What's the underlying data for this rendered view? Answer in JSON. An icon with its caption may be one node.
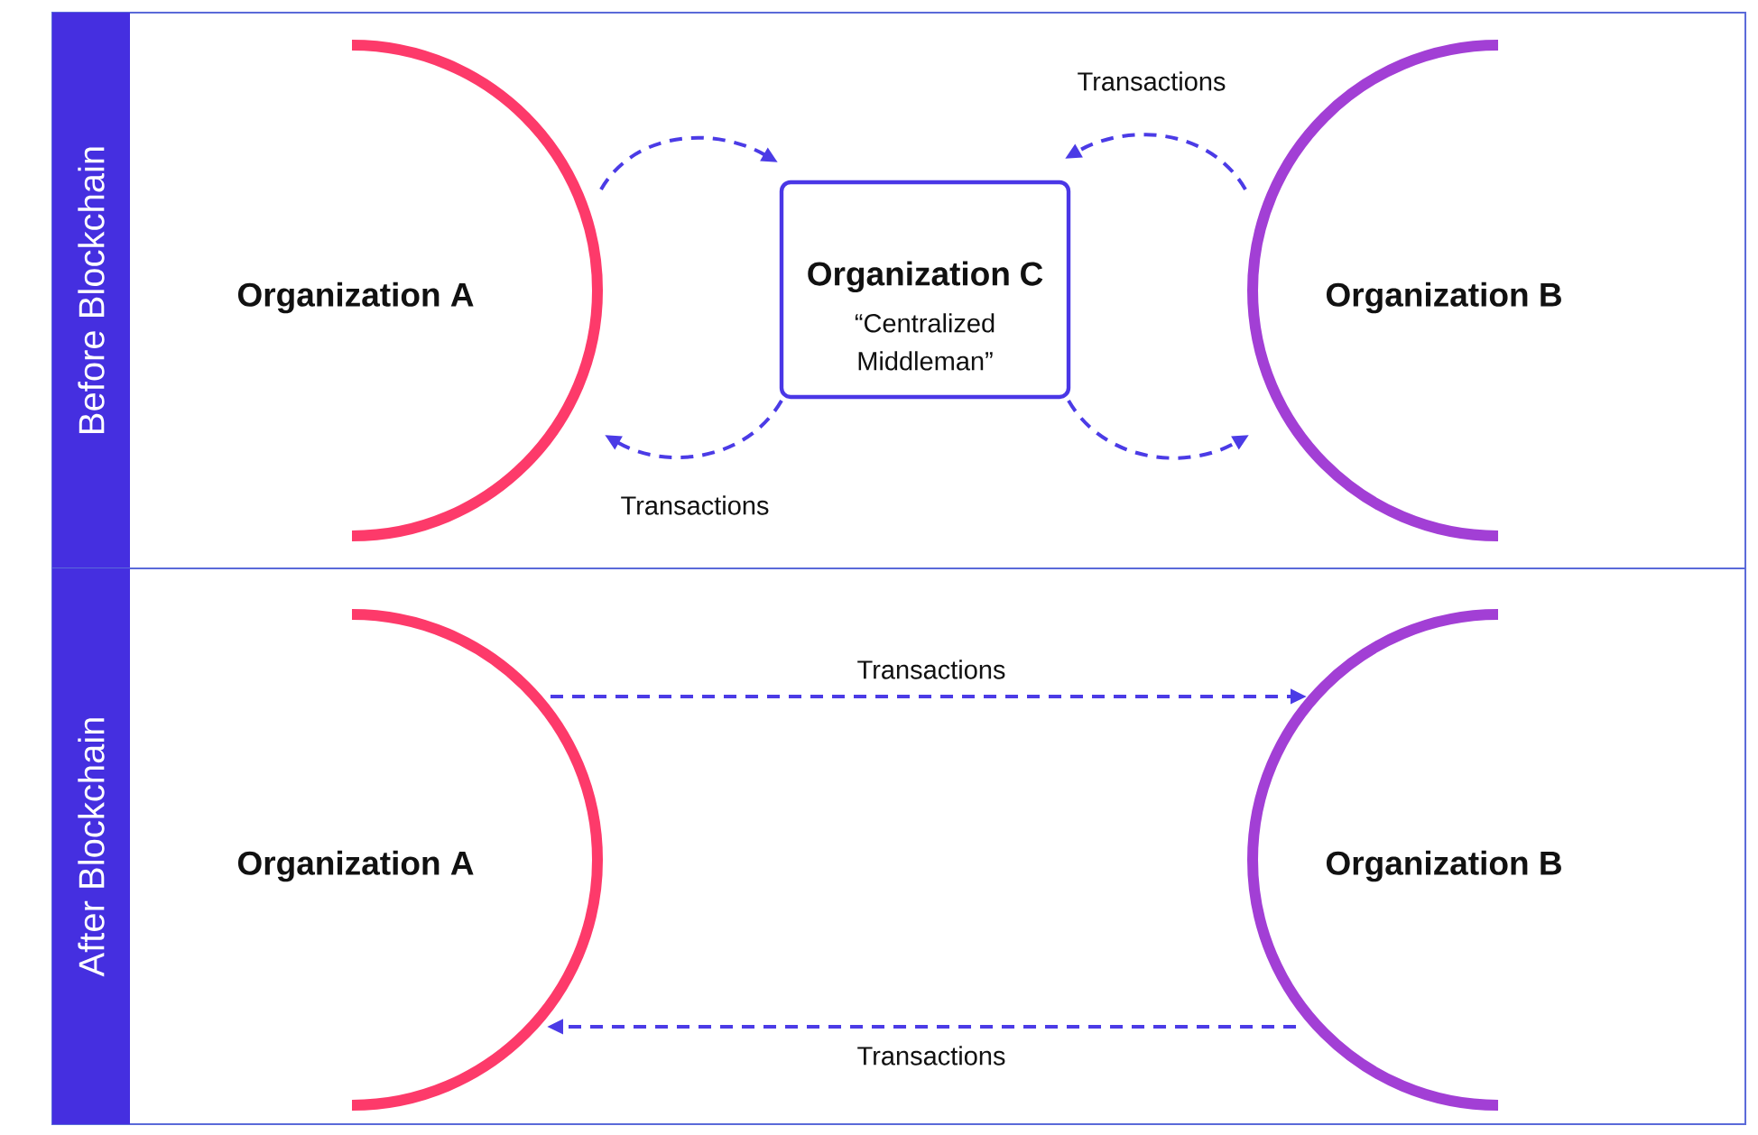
{
  "diagram": {
    "nodes": [
      {
        "text": [
          "Before Blockchain"
        ]
      },
      {
        "text": [
          "Organization A"
        ],
        "in": 0
      },
      {
        "text": [
          "Organization C",
          "“Centralized Middleman”"
        ],
        "in": 0
      },
      {
        "text": [
          "Organization B"
        ],
        "in": 0
      },
      {
        "text": [
          "After Blockchain"
        ]
      },
      {
        "text": [
          "Organization A"
        ],
        "in": 4
      },
      {
        "text": [
          "Organization B"
        ],
        "in": 4
      }
    ],
    "edges": [
      {
        "from": 1,
        "to": 2,
        "arrow": "to",
        "style": "dashed"
      },
      {
        "from": 2,
        "to": 1,
        "arrow": "to",
        "style": "dashed",
        "label": "Transactions"
      },
      {
        "from": 3,
        "to": 2,
        "arrow": "to",
        "style": "dashed",
        "label": "Transactions"
      },
      {
        "from": 2,
        "to": 3,
        "arrow": "to",
        "style": "dashed"
      },
      {
        "from": 5,
        "to": 6,
        "arrow": "to",
        "style": "dashed",
        "label": "Transactions"
      },
      {
        "from": 6,
        "to": 5,
        "arrow": "to",
        "style": "dashed",
        "label": "Transactions"
      }
    ]
  }
}
